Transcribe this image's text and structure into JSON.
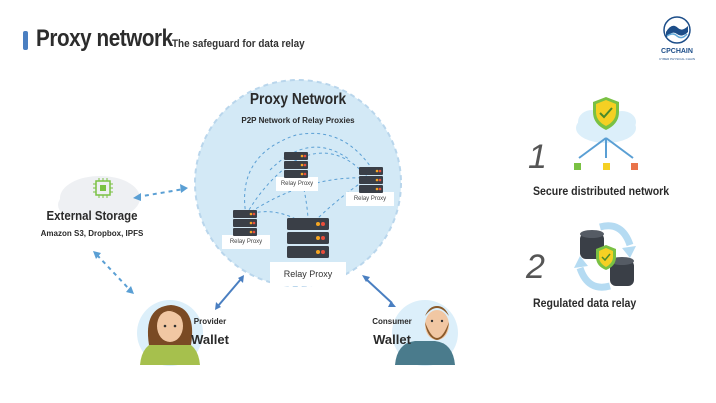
{
  "header": {
    "title": "Proxy network",
    "subtitle": "The safeguard for data relay"
  },
  "logo": {
    "name": "CPCHAIN",
    "tagline": "CYBER PHYSICAL CHAIN",
    "icon": "wave-logo-icon"
  },
  "proxy_network": {
    "title": "Proxy Network",
    "subtitle": "P2P Network of Relay Proxies",
    "relay_label_small": "Relay Proxy",
    "relay_label_main": "Relay Proxy"
  },
  "external_storage": {
    "title": "External Storage",
    "subtitle": "Amazon S3, Dropbox, IPFS",
    "icon": "chip-icon"
  },
  "provider": {
    "role": "Provider",
    "label": "Wallet"
  },
  "consumer": {
    "role": "Consumer",
    "label": "Wallet"
  },
  "features": [
    {
      "number": "1",
      "label": "Secure distributed network",
      "icon": "shield-cloud-icon"
    },
    {
      "number": "2",
      "label": "Regulated data relay",
      "icon": "database-shield-icon"
    }
  ],
  "colors": {
    "accent_blue": "#4a7fc1",
    "network_fill": "#d3e9f6",
    "shield_green": "#7ac143",
    "server_dark": "#3a3f47"
  }
}
